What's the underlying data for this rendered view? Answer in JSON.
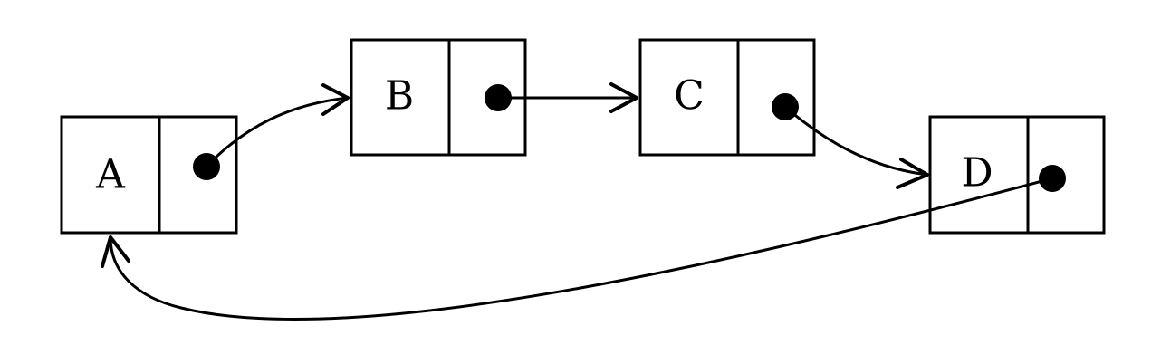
{
  "nodes": [
    {
      "id": "a",
      "label": "A"
    },
    {
      "id": "b",
      "label": "B"
    },
    {
      "id": "c",
      "label": "C"
    },
    {
      "id": "d",
      "label": "D"
    }
  ],
  "edges": [
    {
      "from": "A",
      "to": "B"
    },
    {
      "from": "B",
      "to": "C"
    },
    {
      "from": "C",
      "to": "D"
    },
    {
      "from": "D",
      "to": "A"
    }
  ],
  "colors": {
    "stroke": "#000000",
    "background": "#ffffff"
  }
}
